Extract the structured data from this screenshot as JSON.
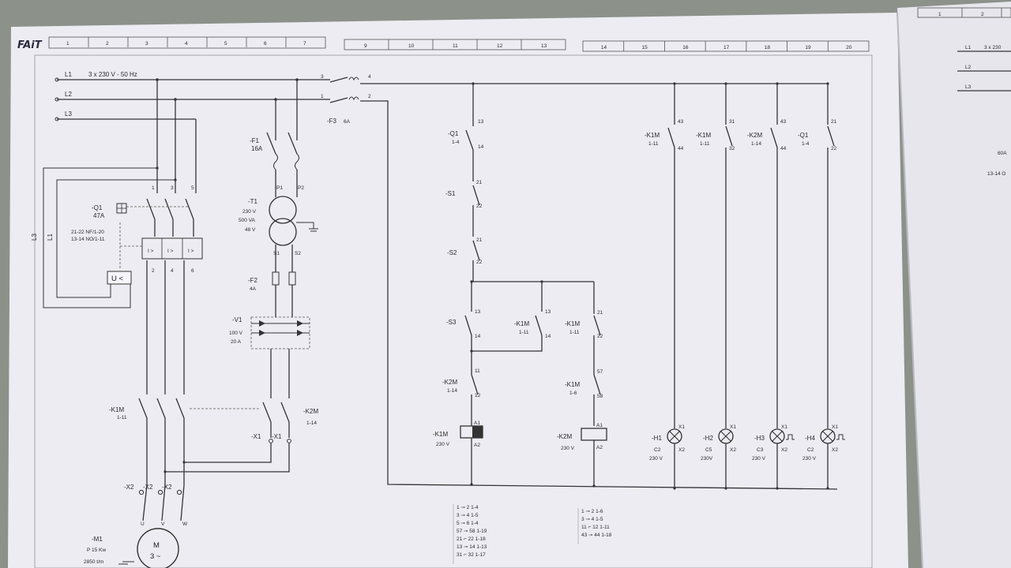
{
  "sheet": {
    "handwritten_mark": "FAiT",
    "columns_left": [
      "1",
      "2",
      "3",
      "4",
      "5",
      "6",
      "7"
    ],
    "columns_mid": [
      "9",
      "10",
      "11",
      "12",
      "13"
    ],
    "columns_right": [
      "14",
      "15",
      "16",
      "17",
      "18",
      "19",
      "20"
    ]
  },
  "supply": {
    "l1": "L1",
    "l2": "L2",
    "l3": "L3",
    "spec": "3 x 230 V - 50 Hz"
  },
  "power": {
    "q1_tag": "-Q1",
    "q1_rating": "47A",
    "q1_note1": "21-22 NF/1-20",
    "q1_note2": "13-14 NO/1-11",
    "uv_relay": "U <",
    "f3_tag": "-F3",
    "f3_rating": "6A",
    "f1_tag": "-F1",
    "f1_rating": "16A",
    "t1_tag": "-T1",
    "t1_v1": "230 V",
    "t1_va": "500 VA",
    "t1_v2": "48 V",
    "p1": "P1",
    "p2": "P2",
    "s1": "S1",
    "s2": "S2",
    "f2_tag": "-F2",
    "f2_rating": "4A",
    "v1_tag": "-V1",
    "v1_v": "100 V",
    "v1_a": "20 A",
    "k1m_tag": "-K1M",
    "k1m_ref": "1-11",
    "k2m_tag": "-K2M",
    "k2m_ref": "1-14",
    "x1": "-X1",
    "x2": "-X2",
    "m1_tag": "-M1",
    "m1_power": "P 15 Kw",
    "m1_speed": "2850 t/m",
    "motor_sym": "M",
    "motor_sub": "3 ~",
    "u": "U",
    "v": "V",
    "w": "W",
    "side_l1": "L1",
    "side_l3": "L3"
  },
  "control": {
    "q1_tag": "-Q1",
    "q1_ref": "1-4",
    "s1_tag": "-S1",
    "s2_tag": "-S2",
    "s3_tag": "-S3",
    "k1m_tag": "-K1M",
    "k1m_ref": "1-11",
    "k2m_tag": "-K2M",
    "k2m_ref": "1-14",
    "k1m_nc_ref": "1-11",
    "k1m_timer_ref": "1-6",
    "coil1_v": "230 V",
    "coil2_v": "230 V",
    "n13": "13",
    "n14": "14",
    "n21": "21",
    "n22": "22",
    "n11": "11",
    "n12": "12",
    "n57": "57",
    "n58": "58",
    "a1": "A1",
    "a2": "A2",
    "n43": "43",
    "n44": "44",
    "n31": "31",
    "n32": "32"
  },
  "signals": [
    {
      "contact_tag": "-K1M",
      "contact_ref": "1-11",
      "top": "43",
      "bot": "44",
      "lamp": "-H1",
      "code": "C2",
      "volt": "230 V"
    },
    {
      "contact_tag": "-K1M",
      "contact_ref": "1-11",
      "top": "31",
      "bot": "32",
      "lamp": "-H2",
      "code": "C5",
      "volt": "230V"
    },
    {
      "contact_tag": "-K2M",
      "contact_ref": "1-14",
      "top": "43",
      "bot": "44",
      "lamp": "-H3",
      "code": "C3",
      "volt": "230 V"
    },
    {
      "contact_tag": "-Q1",
      "contact_ref": "1-4",
      "top": "21",
      "bot": "22",
      "lamp": "-H4",
      "code": "C2",
      "volt": "230 V"
    }
  ],
  "xref_left": [
    "1 ⊸ 2  1-4",
    "3 ⊸ 4  1-5",
    "5 ⊸ 6  1-4",
    "57 ⊸ 58  1-19",
    "21 ⌐ 22  1-18",
    "13 ⊸ 14  1-13",
    "31 ⌐ 32  1-17"
  ],
  "xref_right": [
    "1 ⊸ 2  1-6",
    "3 ⊸ 4  1-5",
    "11 ⌐ 12  1-11",
    "43 ⊸ 44  1-18"
  ],
  "right_sheet": {
    "col1": "1",
    "col2": "2",
    "l1": "L1",
    "l2": "L2",
    "l3": "L3",
    "spec": "3 x 230",
    "note1": "60A",
    "note2": "13-14 O"
  }
}
